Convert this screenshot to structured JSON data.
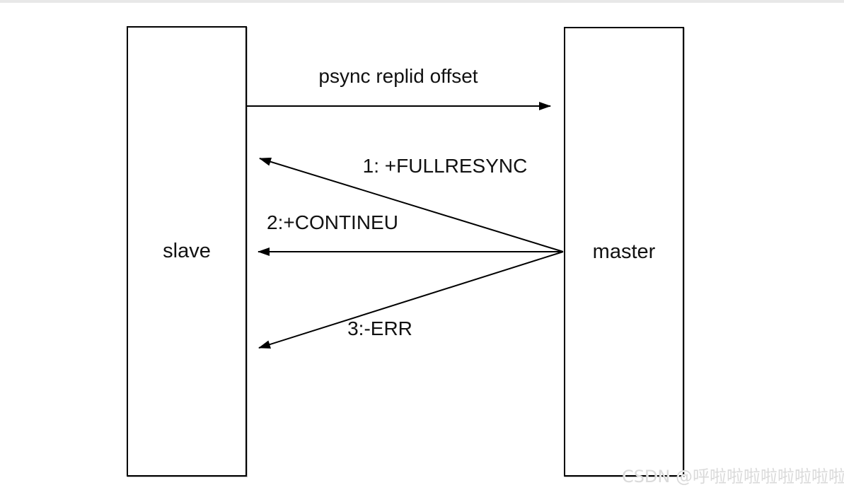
{
  "page": {
    "background_color": "#ffffff",
    "top_bar_color": "#e8e8e8",
    "line_color": "#000000"
  },
  "diagram": {
    "type": "sequence-diagram",
    "nodes": [
      {
        "id": "slave",
        "label": "slave"
      },
      {
        "id": "master",
        "label": "master"
      }
    ],
    "messages": [
      {
        "label": "psync replid offset",
        "from": "slave",
        "to": "master"
      },
      {
        "label": "1: +FULLRESYNC",
        "from": "master",
        "to": "slave"
      },
      {
        "label": "2:+CONTINEU",
        "from": "master",
        "to": "slave"
      },
      {
        "label": "3:-ERR",
        "from": "master",
        "to": "slave"
      }
    ]
  },
  "watermark": {
    "text": "CSDN @呼啦啦啦啦啦啦啦啦",
    "color": "#dadada"
  }
}
